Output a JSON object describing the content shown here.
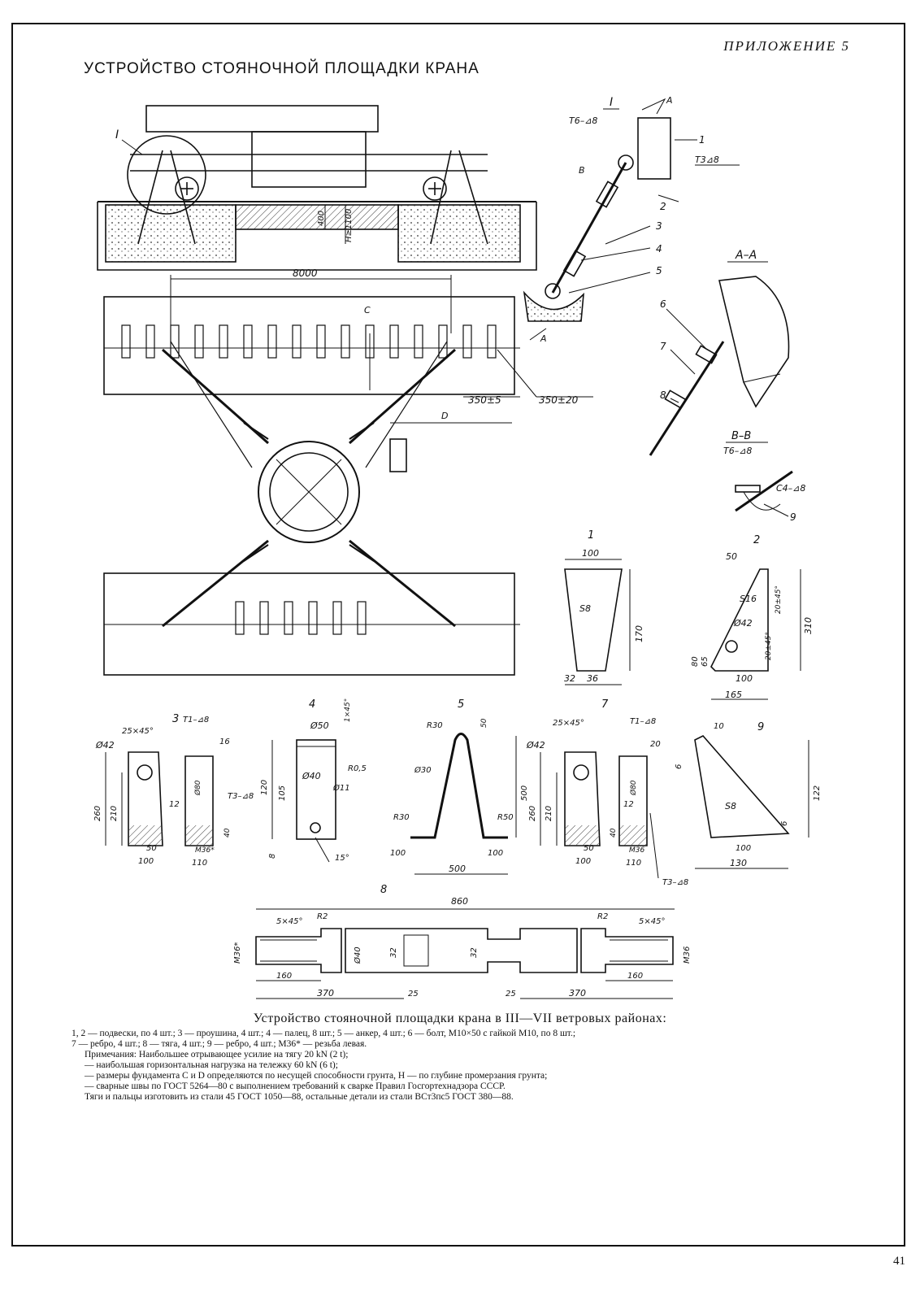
{
  "header": {
    "appendix": "ПРИЛОЖЕНИЕ 5",
    "title": "УСТРОЙСТВО СТОЯНОЧНОЙ ПЛОЩАДКИ КРАНА"
  },
  "drawing": {
    "view_i": "I",
    "view_aa": "А–А",
    "view_bb": "В–В",
    "section_a": "А",
    "section_b": "В",
    "weld_t6": "Т6–⊿8",
    "weld_t3": "Т3⊿8",
    "weld_t1": "Т1–⊿8",
    "weld_t3b": "Т3–⊿8",
    "weld_c4": "С4–⊿8",
    "dim_8000": "8000",
    "dim_350_5": "350±5",
    "dim_350_20": "350±20",
    "dim_c": "С",
    "dim_d": "D",
    "dim_h": "Н≥1100",
    "dim_400": "400",
    "callouts": [
      "1",
      "2",
      "3",
      "4",
      "5",
      "6",
      "7",
      "8",
      "9"
    ],
    "part1": {
      "no": "1",
      "w": "100",
      "h": "170",
      "s": "S8",
      "b1": "32",
      "b2": "36"
    },
    "part2": {
      "no": "2",
      "w": "50",
      "s": "S16",
      "d": "Ø42",
      "a1": "20±45°",
      "a2": "20±45°",
      "h": "310",
      "h1": "80",
      "h2": "65",
      "b1": "100",
      "b2": "165"
    },
    "part3": {
      "no": "3",
      "ch": "25×45°",
      "d": "Ø42",
      "d2": "Ø80",
      "h1": "260",
      "h2": "210",
      "w1": "50",
      "w2": "100",
      "w3": "110",
      "w4": "12",
      "w5": "16",
      "h3": "40",
      "m": "М36*"
    },
    "part4": {
      "no": "4",
      "ch": "1×45°",
      "d1": "Ø50",
      "d2": "Ø40",
      "r": "R0,5",
      "d3": "Ø11",
      "h1": "120",
      "h2": "105",
      "h3": "8",
      "a": "15°"
    },
    "part5": {
      "no": "5",
      "r1": "R30",
      "r2": "R30",
      "r3": "R50",
      "d": "Ø30",
      "h": "500",
      "w": "500",
      "b1": "100",
      "b2": "100",
      "t": "50"
    },
    "part7": {
      "no": "7",
      "ch": "25×45°",
      "d": "Ø42",
      "d2": "Ø80",
      "h1": "260",
      "h2": "210",
      "w1": "50",
      "w2": "100",
      "w3": "110",
      "w4": "12",
      "w5": "20",
      "h3": "40",
      "m": "М36"
    },
    "part9": {
      "no": "9",
      "w1": "10",
      "h1": "6",
      "s": "S8",
      "t": "6",
      "b1": "100",
      "b2": "130",
      "h": "122"
    },
    "part8": {
      "no": "8",
      "len": "860",
      "ch1": "5×45°",
      "ch2": "5×45°",
      "r1": "R2",
      "r2": "R2",
      "m1": "М36*",
      "m2": "М36",
      "d": "Ø40",
      "f1": "32",
      "f2": "32",
      "l1": "160",
      "l2": "160",
      "l3": "370",
      "l4": "370",
      "l5": "25",
      "l6": "25"
    }
  },
  "caption": {
    "title": "Устройство стояночной площадки крана в III—VII ветровых районах:",
    "lines": [
      "1, 2 — подвески, по 4 шт.; 3 — проушина, 4 шт.; 4 — палец, 8 шт.; 5 — анкер, 4 шт.; 6 — болт, М10×50 с гайкой М10, по 8 шт.;",
      "7 — ребро, 4 шт.; 8 — тяга, 4 шт.; 9 — ребро, 4 шт.; М36* — резьба левая.",
      "Примечания: Наибольшее отрывающее усилие на тягу 20 kN (2 t);",
      "— наибольшая горизонтальная нагрузка на тележку 60 kN (6 t);",
      "— размеры фундамента С и D определяются по несущей способности грунта, Н — по глубине промерзания грунта;",
      "— сварные швы по ГОСТ 5264—80 с выполнением требований к сварке Правил Госгортехнадзора СССР.",
      "Тяги и пальцы изготовить из стали 45 ГОСТ 1050—88, остальные детали из стали ВСт3пс5 ГОСТ 380—88."
    ]
  },
  "page_number": "41"
}
